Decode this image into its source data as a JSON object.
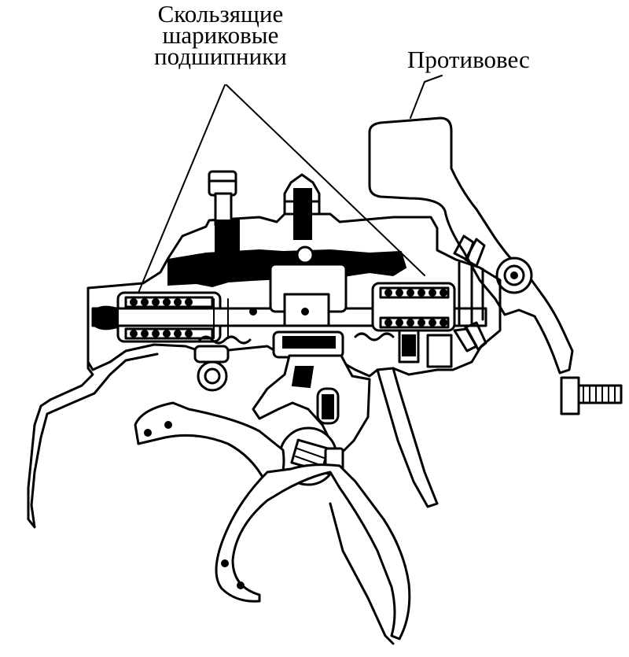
{
  "labels": {
    "bearings": [
      "Скользящие",
      "шариковые",
      "подшипники"
    ],
    "counterweight": "Противовес"
  },
  "colors": {
    "ink": "#000000",
    "paper": "#ffffff"
  }
}
